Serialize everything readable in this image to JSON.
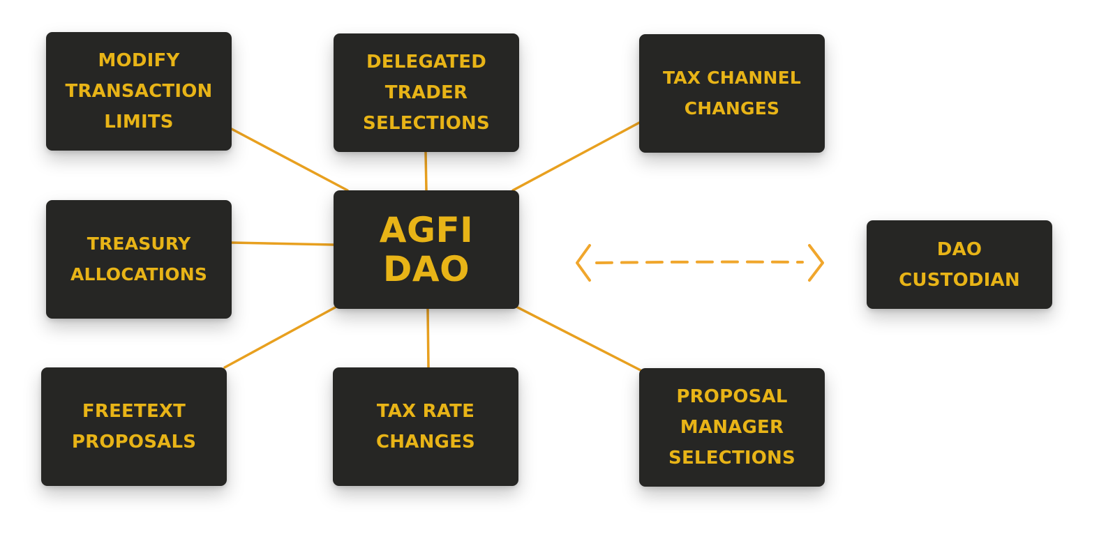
{
  "colors": {
    "node_fill": "#262624",
    "label_text": "#e8b417",
    "connector": "#e8a01f",
    "arrow": "#f0a62c",
    "background": "#ffffff"
  },
  "center_node": {
    "label": "AGFI\nDAO"
  },
  "governance_nodes": {
    "modify_transaction_limits": "MODIFY\nTRANSACTION\nLIMITS",
    "delegated_trader_selections": "DELEGATED\nTRADER\nSELECTIONS",
    "tax_channel_changes": "TAX CHANNEL\nCHANGES",
    "treasury_allocations": "TREASURY\nALLOCATIONS",
    "freetext_proposals": "FREETEXT\nPROPOSALS",
    "tax_rate_changes": "TAX RATE\nCHANGES",
    "proposal_manager_selections": "PROPOSAL\nMANAGER\nSELECTIONS"
  },
  "custodian_node": {
    "label": "DAO\nCUSTODIAN"
  },
  "relationship": {
    "style": "dashed double-headed arrow",
    "from": "AGFI DAO",
    "to": "DAO CUSTODIAN"
  }
}
